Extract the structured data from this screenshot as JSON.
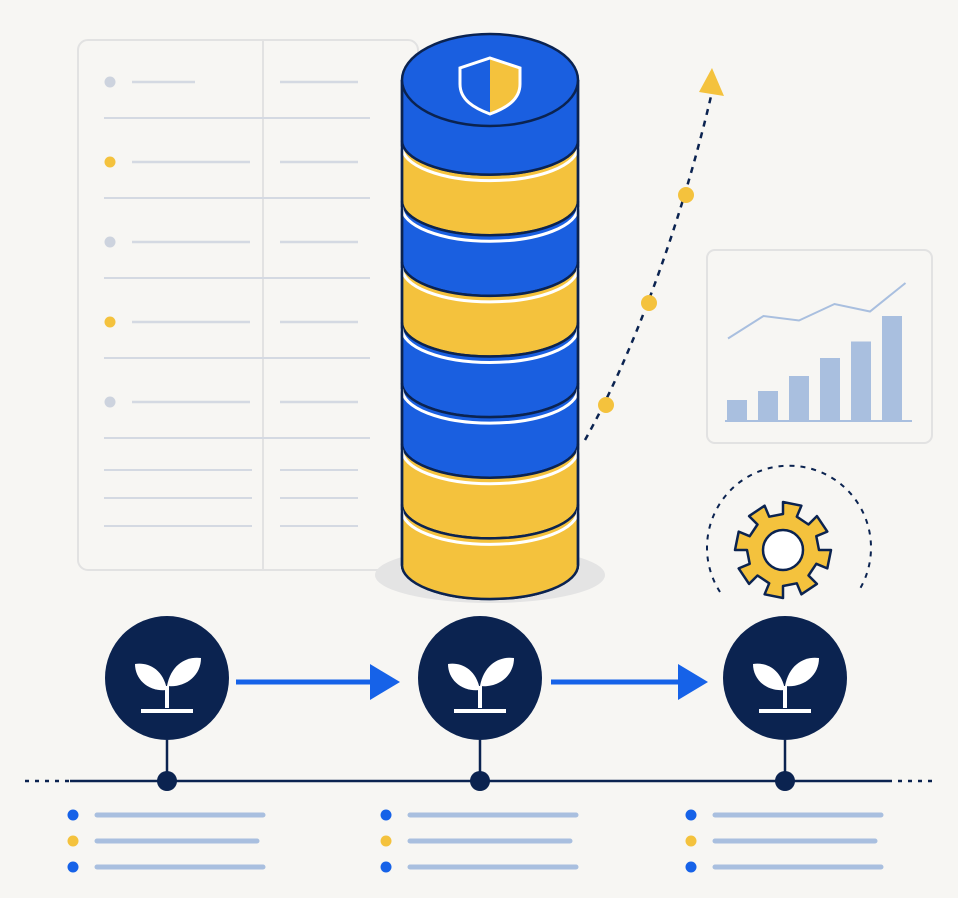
{
  "colors": {
    "background": "#f7f6f3",
    "navy": "#0b2350",
    "blue": "#1662e8",
    "coin_blue": "#1a5fe0",
    "gold": "#f4c23d",
    "bar_blue": "#a9bfdf",
    "grey_line": "#d4d9e2",
    "grey_dot": "#cdd3de",
    "panel_border": "#e2e2e2"
  },
  "left_panel": {
    "rows": [
      {
        "bullet": "grey"
      },
      {
        "bullet": "gold"
      },
      {
        "bullet": "grey"
      },
      {
        "bullet": "gold"
      },
      {
        "bullet": "grey"
      }
    ],
    "extra_rows": 3
  },
  "coin_stack": {
    "top_icon": "shield-icon",
    "layers": [
      "gold",
      "blue",
      "gold",
      "blue",
      "blue",
      "gold",
      "gold"
    ]
  },
  "trend_chart": {
    "bars": [
      0.14,
      0.2,
      0.3,
      0.42,
      0.53,
      0.7
    ],
    "line": [
      0.55,
      0.7,
      0.67,
      0.78,
      0.73,
      0.92
    ]
  },
  "settings": {
    "icon": "gear-icon"
  },
  "timeline": {
    "stages": [
      {
        "icon": "sprout-icon",
        "bullets": [
          "blue",
          "gold",
          "blue"
        ]
      },
      {
        "icon": "sprout-icon",
        "bullets": [
          "blue",
          "gold",
          "blue"
        ]
      },
      {
        "icon": "sprout-icon",
        "bullets": [
          "blue",
          "gold",
          "blue"
        ]
      }
    ]
  }
}
